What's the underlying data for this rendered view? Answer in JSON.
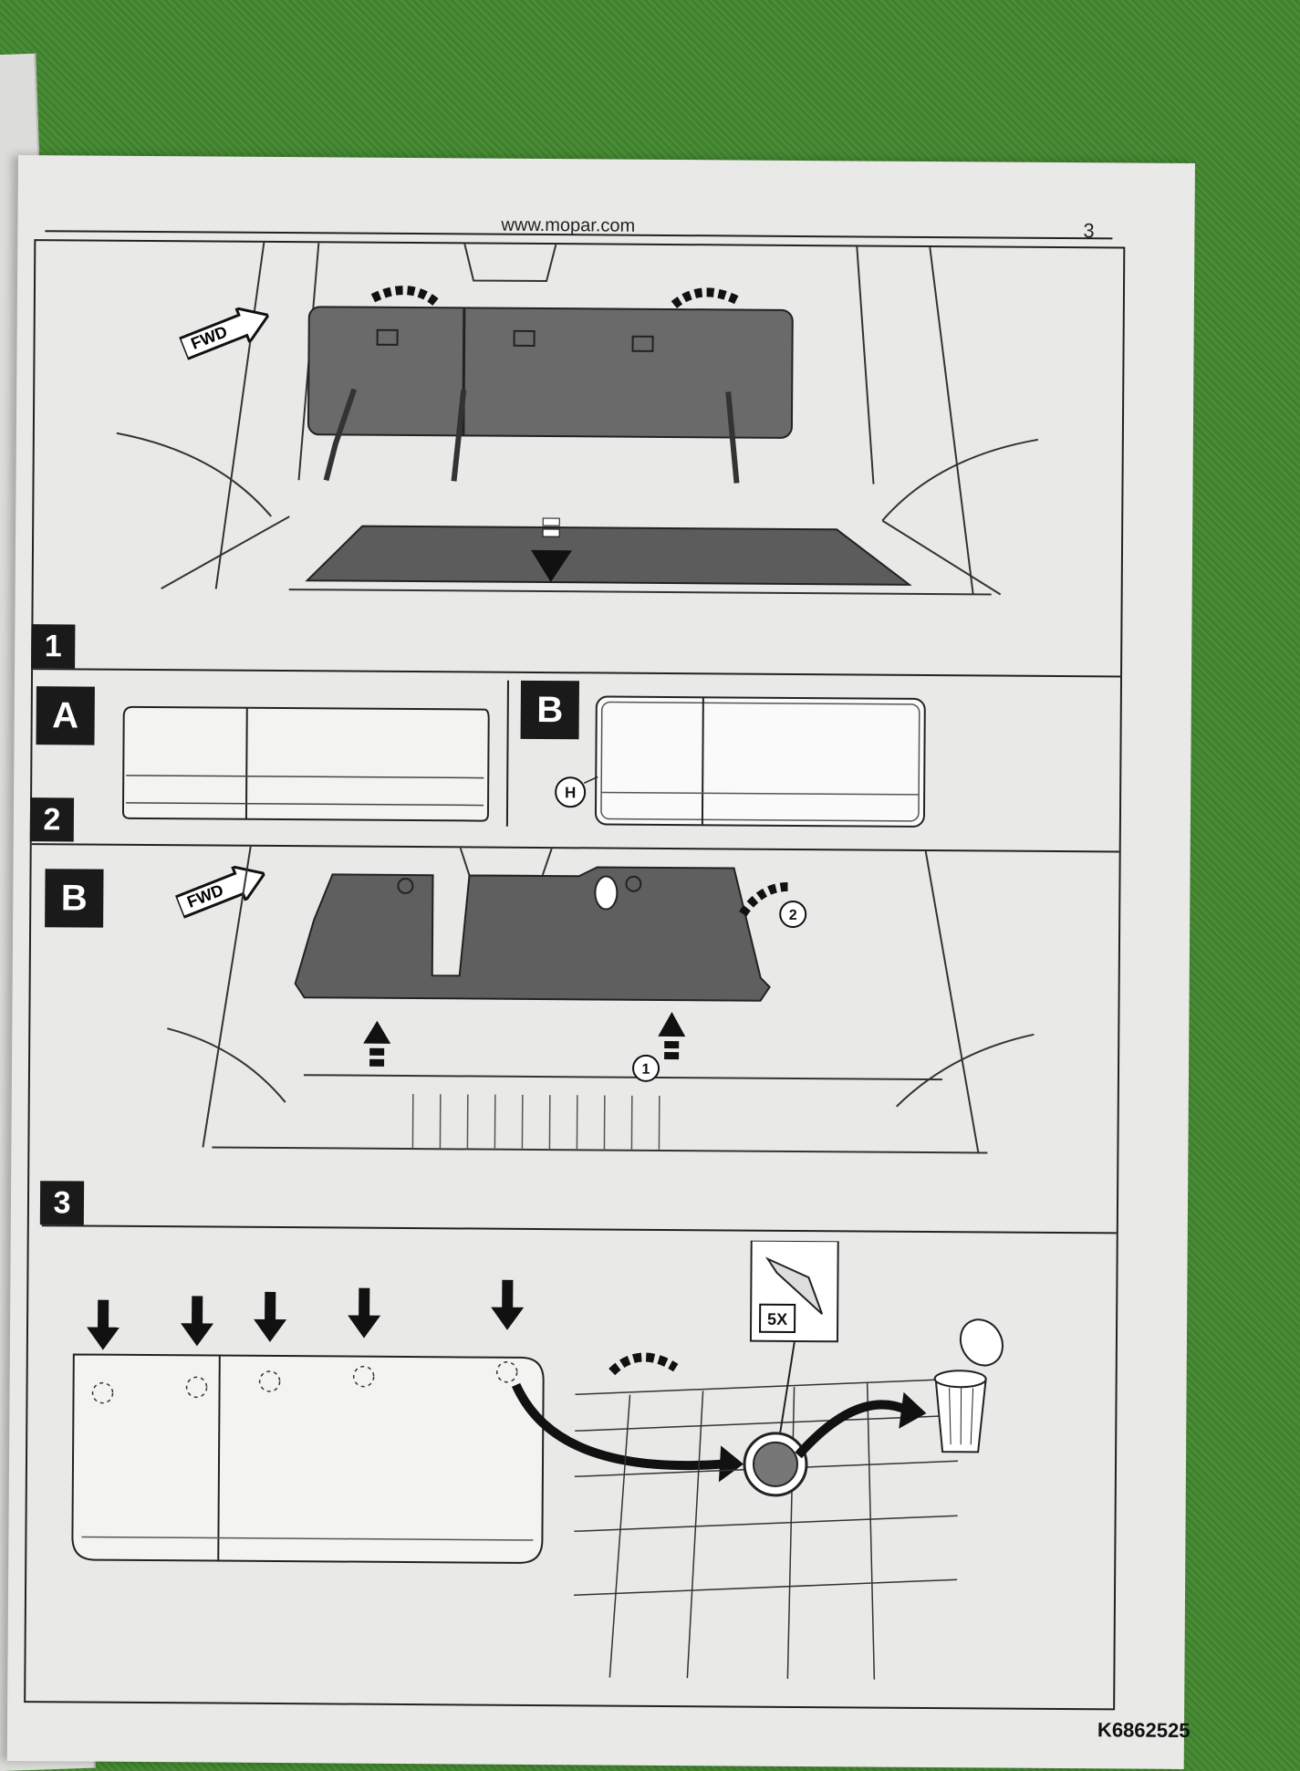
{
  "header": {
    "url": "www.mopar.com",
    "page_number": "3"
  },
  "steps": {
    "step1": "1",
    "step2": "2",
    "step3": "3"
  },
  "subpanels": {
    "a": "A",
    "b_top": "B",
    "b_step2": "B"
  },
  "labels": {
    "fwd_top": "FWD",
    "fwd_step2": "FWD",
    "callout_h": "H",
    "callout_1": "1",
    "callout_2": "2",
    "quantity": "5X"
  },
  "footer": {
    "part_code": "K6862525"
  }
}
